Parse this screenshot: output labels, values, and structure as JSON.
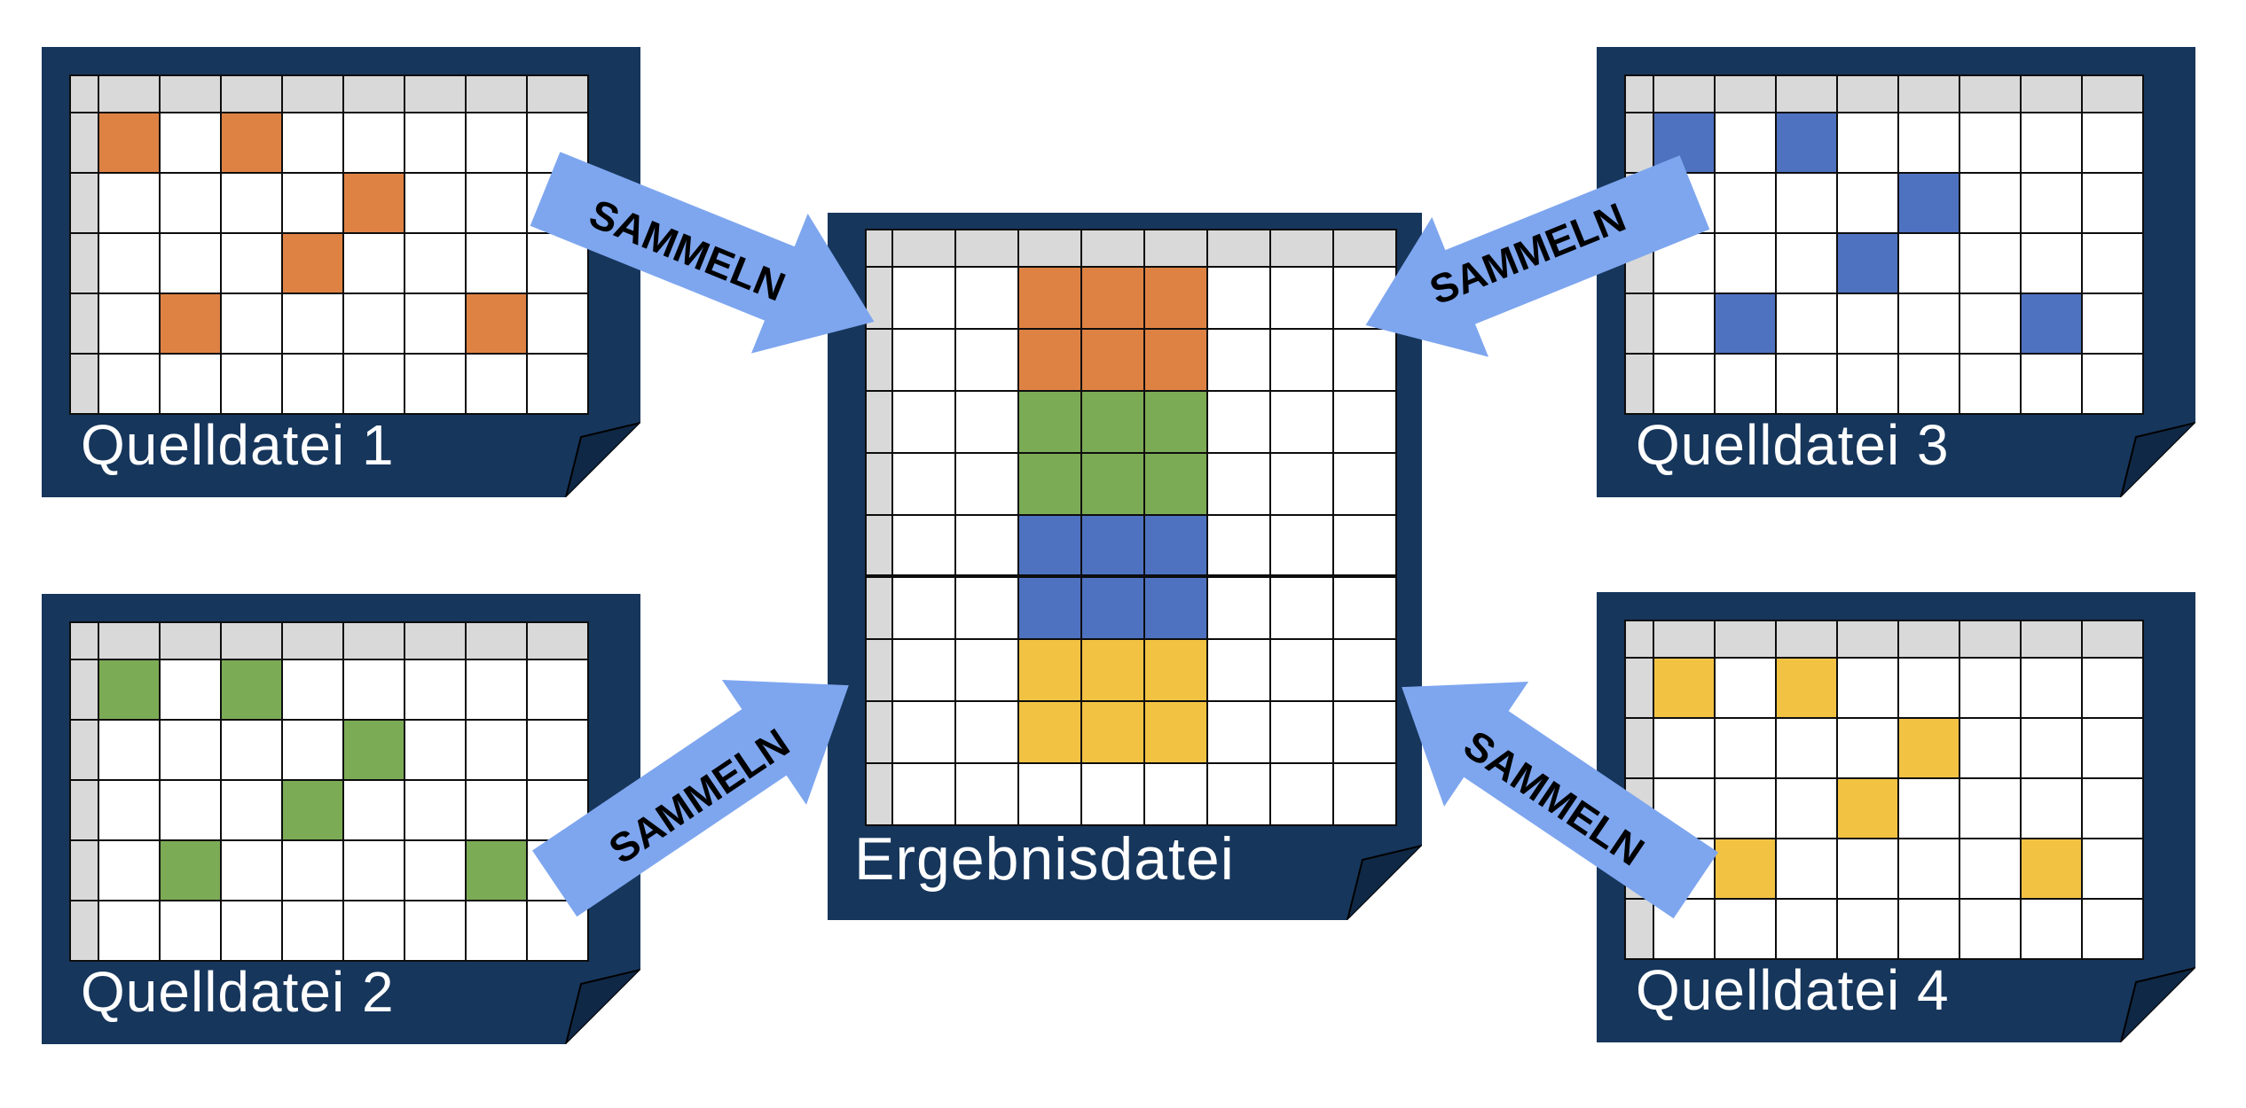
{
  "palette": {
    "card_navy": "#16365C",
    "fold_navy": "#0F2845",
    "arrow_blue": "#7EA6EF",
    "orange": "#DE8244",
    "green": "#7CAB55",
    "blue": "#4E72C0",
    "yellow": "#F2C243",
    "header_gray": "#D9D9D9",
    "line_black": "#0D0D0D",
    "label_white": "#FFFFFF",
    "sammeln_text": "#000000"
  },
  "arrows": {
    "label": "SAMMELN"
  },
  "cards": {
    "source1": {
      "label": "Quelldatei 1",
      "cell_color": "orange",
      "grid": {
        "data_cols": 8,
        "data_rows": 5,
        "header": true,
        "cells": [
          {
            "r": 1,
            "c": 1
          },
          {
            "r": 1,
            "c": 3
          },
          {
            "r": 2,
            "c": 5
          },
          {
            "r": 3,
            "c": 4
          },
          {
            "r": 4,
            "c": 2
          },
          {
            "r": 4,
            "c": 7
          }
        ]
      }
    },
    "source2": {
      "label": "Quelldatei 2",
      "cell_color": "green",
      "grid": {
        "data_cols": 8,
        "data_rows": 5,
        "header": true,
        "cells": [
          {
            "r": 1,
            "c": 1
          },
          {
            "r": 1,
            "c": 3
          },
          {
            "r": 2,
            "c": 5
          },
          {
            "r": 3,
            "c": 4
          },
          {
            "r": 4,
            "c": 2
          },
          {
            "r": 4,
            "c": 7
          }
        ]
      }
    },
    "source3": {
      "label": "Quelldatei 3",
      "cell_color": "blue",
      "grid": {
        "data_cols": 8,
        "data_rows": 5,
        "header": true,
        "cells": [
          {
            "r": 1,
            "c": 1
          },
          {
            "r": 1,
            "c": 3
          },
          {
            "r": 2,
            "c": 5
          },
          {
            "r": 3,
            "c": 4
          },
          {
            "r": 4,
            "c": 2
          },
          {
            "r": 4,
            "c": 7
          }
        ]
      }
    },
    "source4": {
      "label": "Quelldatei 4",
      "cell_color": "yellow",
      "grid": {
        "data_cols": 8,
        "data_rows": 5,
        "header": true,
        "cells": [
          {
            "r": 1,
            "c": 1
          },
          {
            "r": 1,
            "c": 3
          },
          {
            "r": 2,
            "c": 5
          },
          {
            "r": 3,
            "c": 4
          },
          {
            "r": 4,
            "c": 2
          },
          {
            "r": 4,
            "c": 7
          }
        ]
      }
    },
    "result": {
      "label": "Ergebnisdatei",
      "grid": {
        "data_cols": 8,
        "data_rows": 9,
        "header": true,
        "bands": [
          {
            "rows": [
              1,
              2
            ],
            "cols": [
              3,
              4,
              5
            ],
            "color": "orange"
          },
          {
            "rows": [
              3,
              4
            ],
            "cols": [
              3,
              4,
              5
            ],
            "color": "green"
          },
          {
            "rows": [
              5,
              6
            ],
            "cols": [
              3,
              4,
              5
            ],
            "color": "blue"
          },
          {
            "rows": [
              7,
              8
            ],
            "cols": [
              3,
              4,
              5
            ],
            "color": "yellow"
          }
        ]
      }
    }
  }
}
